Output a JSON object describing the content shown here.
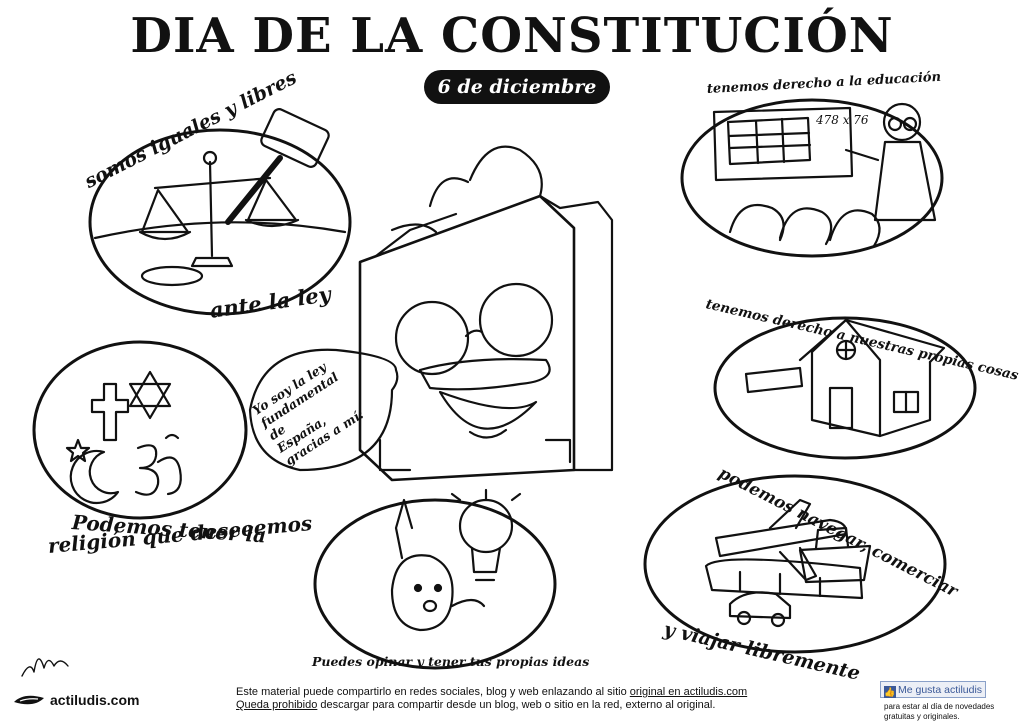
{
  "title": "DIA DE LA CONSTITUCIÓN",
  "date": "6 de diciembre",
  "captions": {
    "iguales": "somos iguales y libres",
    "ante_ley": "ante la ley",
    "educacion": "tenemos derecho a la educación",
    "cosas": "tenemos derecho a nuestras propias cosas",
    "religion_1": "Podemos tener la",
    "religion_2": "religión que deseeemos",
    "navegar": "podemos navegar, comerciar",
    "viajar": "y viajar libremente",
    "opinar": "Puedes opinar y tener tus propias ideas",
    "math": "478 x 76"
  },
  "speech": [
    "Yo soy la ley",
    "fundamental de",
    "España, gracias a mí:"
  ],
  "footer": {
    "line1_pre": "Este material puede compartirlo en redes sociales, blog y web enlazando al sitio ",
    "line1_link": "original en actiludis.com",
    "line2_link": "Queda prohibido",
    "line2_post": " descargar para compartir desde un blog, web o sitio en la red, externo al original."
  },
  "brand": "actiludis.com",
  "signature": "Ishaza",
  "facebook": {
    "button_label": "Me gusta  actiludis",
    "note": "para estar al día de novedades gratuitas y originales."
  }
}
